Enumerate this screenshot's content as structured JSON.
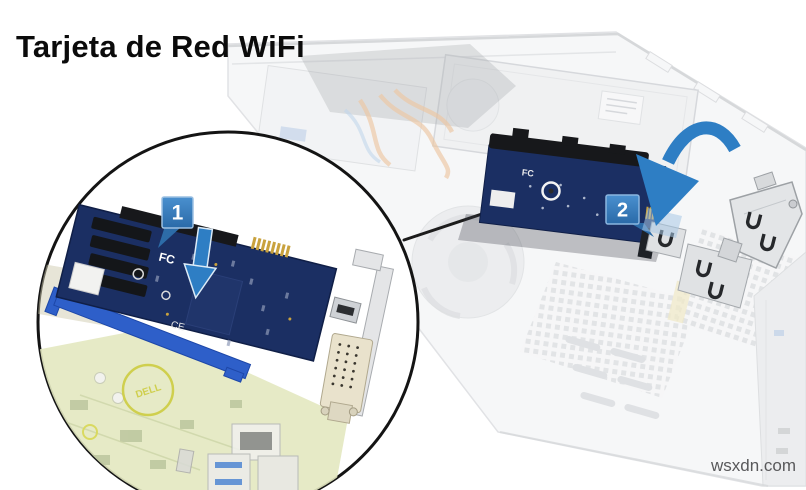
{
  "page": {
    "title": "Tarjeta de Red WiFi",
    "watermark": "wsxdn.com",
    "background": "#ffffff"
  },
  "callouts": {
    "step1": "1",
    "step2": "2"
  },
  "figure": {
    "inset_card": {
      "fcc_mark": "FC",
      "ce_mark": "CE"
    },
    "case_card": {
      "fcc_mark": "FC"
    },
    "motherboard_logo": "DELL"
  },
  "colors": {
    "title_text": "#0b0b0b",
    "callout_blue": "#3579bd",
    "arrow_blue": "#2e7ec4",
    "card_navy": "#1b2f63",
    "bracket_blue": "#2e5fc9",
    "motherboard_green": "#e3e8c0",
    "case_gray": "#eceef0",
    "latch_metal": "#e3e5e7",
    "leader_line": "#1c1c1c",
    "watermark_gray": "#59595b"
  }
}
